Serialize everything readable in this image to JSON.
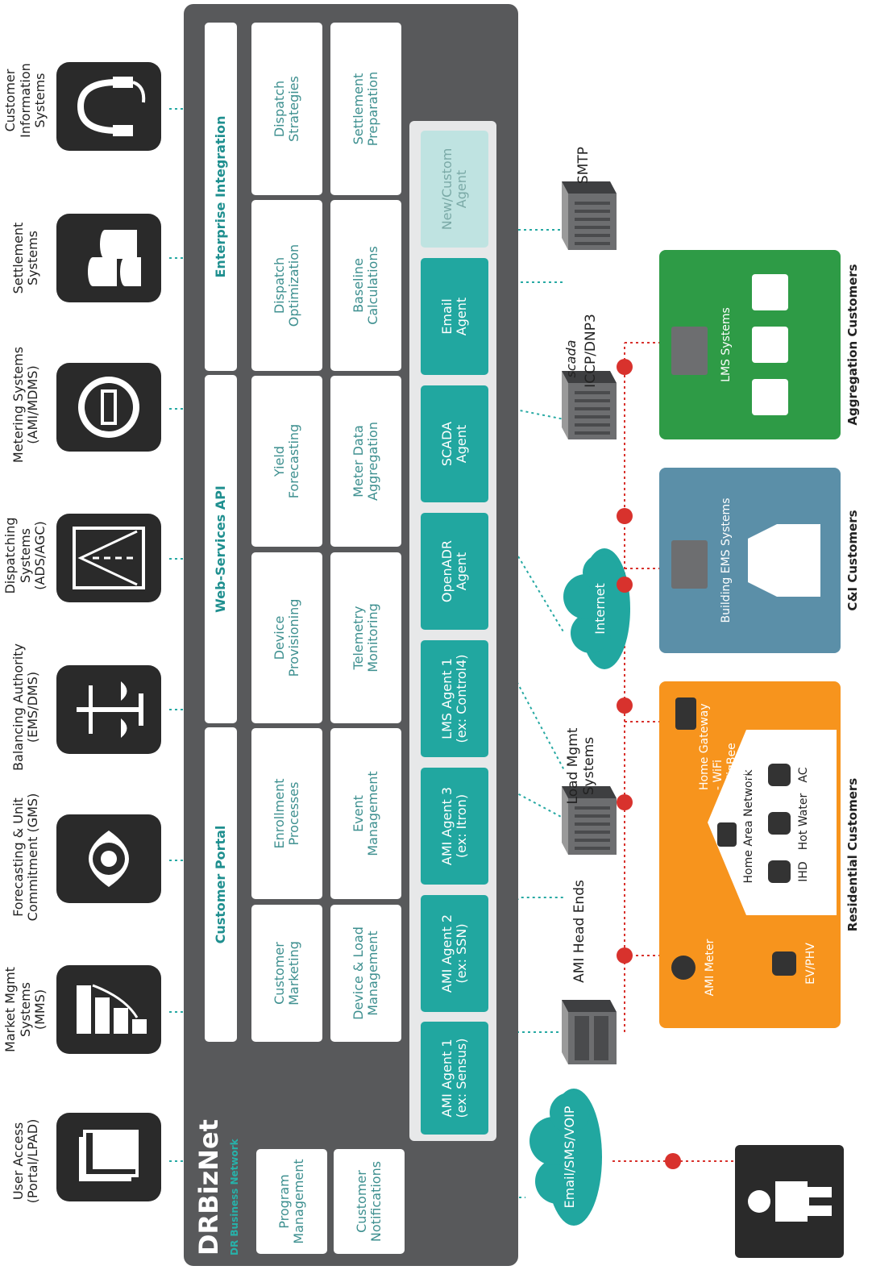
{
  "left_systems": [
    {
      "label": "User Access\n(Portal/LPAD)",
      "icon": "portal-windows-icon"
    },
    {
      "label": "Market Mgmt Systems\n(MMS)",
      "icon": "market-chart-icon"
    },
    {
      "label": "Forecasting & Unit\nCommitment (GMS)",
      "icon": "eye-icon"
    },
    {
      "label": "Balancing Authority\n(EMS/DMS)",
      "icon": "scales-icon"
    },
    {
      "label": "Dispatching Systems\n(ADS/AGC)",
      "icon": "road-icon"
    },
    {
      "label": "Metering Systems\n(AMI/MDMS)",
      "icon": "meter-icon"
    },
    {
      "label": "Settlement\nSystems",
      "icon": "coins-icon"
    },
    {
      "label": "Customer Information\nSystems",
      "icon": "headset-icon"
    }
  ],
  "drbiznet": {
    "title": "DRBizNet",
    "subtitle": "DR Business Network",
    "bars": [
      "Customer Portal",
      "Web-Services API",
      "Enterprise Integration"
    ],
    "col1": [
      "Program\nManagement",
      "Customer\nNotifications"
    ],
    "row_top": [
      "Customer\nMarketing",
      "Enrollment\nProcesses",
      "Device\nProvisioning",
      "Yield\nForecasting",
      "Dispatch\nOptimization",
      "Dispatch\nStrategies"
    ],
    "row_bottom": [
      "Device & Load\nManagement",
      "Event\nManagement",
      "Telemetry\nMonitoring",
      "Meter Data\nAggregation",
      "Baseline\nCalculations",
      "Settlement\nPreparation"
    ],
    "agents": [
      "AMI Agent 1\n(ex: Sensus)",
      "AMI Agent 2\n(ex: SSN)",
      "AMI Agent 3\n(ex: Itron)",
      "LMS Agent 1\n(ex: Control4)",
      "OpenADR\nAgent",
      "SCADA\nAgent",
      "Email\nAgent",
      "New/Custom\nAgent"
    ]
  },
  "network": {
    "servers": [
      "AMI Head Ends",
      "Load Mgmt\nSystems",
      "SMTP"
    ],
    "scada_label": "scada",
    "scada_protocols": "ICCP/DNP3",
    "clouds": [
      "Email/SMS/VOIP",
      "Internet"
    ]
  },
  "residential": {
    "title": "Residential Customers",
    "ami_meter": "AMI Meter",
    "ev": "EV/PHV",
    "home_area_network": "Home Area Network",
    "devices": [
      "IHD",
      "Hot Water",
      "AC"
    ],
    "gateway": "Home Gateway\n - WiFi\n - ZigBee\n - DLC\n - Other"
  },
  "ci": {
    "title": "C&I Customers",
    "system": "Building EMS Systems"
  },
  "aggregation": {
    "title": "Aggregation Customers",
    "system": "LMS Systems"
  },
  "colors": {
    "panel": "#58595b",
    "teal": "#21a7a0",
    "orange": "#f7941d",
    "steel_blue": "#5b8fa8",
    "green": "#2e9b46",
    "red": "#d8322d"
  }
}
